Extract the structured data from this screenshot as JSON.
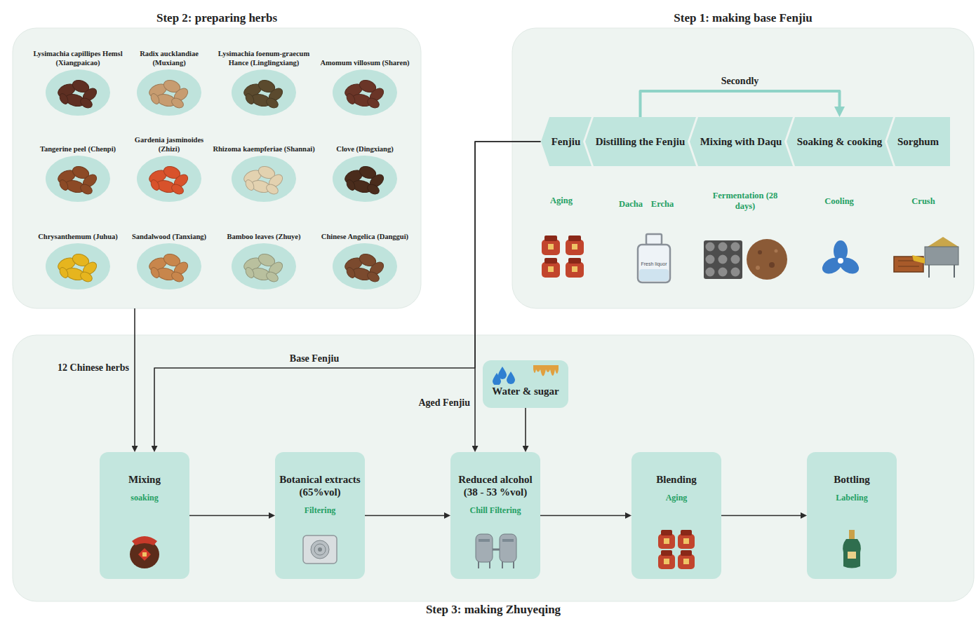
{
  "diagram": {
    "nodes": [
      {
        "text": [
          "Step 2: preparing herbs"
        ]
      },
      {
        "text": [
          "Lysimachia capillipes Hemsl (Xiangpaicao)"
        ],
        "in": 0
      },
      {
        "text": [
          "Radix aucklandiae (Muxiang)"
        ],
        "in": 0
      },
      {
        "text": [
          "Lysimachia foenum-graecum Hance (Linglingxiang)"
        ],
        "in": 0
      },
      {
        "text": [
          "Amomum villosum (Sharen)"
        ],
        "in": 0
      },
      {
        "text": [
          "Tangerine peel (Chenpi)"
        ],
        "in": 0
      },
      {
        "text": [
          "Gardenia jasminoides (Zhizi)"
        ],
        "in": 0
      },
      {
        "text": [
          "Rhizoma kaempferiae (Shannai)"
        ],
        "in": 0
      },
      {
        "text": [
          "Clove (Dingxiang)"
        ],
        "in": 0
      },
      {
        "text": [
          "Chrysanthemum (Juhua)"
        ],
        "in": 0
      },
      {
        "text": [
          "Sandalwood (Tanxiang)"
        ],
        "in": 0
      },
      {
        "text": [
          "Bamboo leaves (Zhuye)"
        ],
        "in": 0
      },
      {
        "text": [
          "Chinese Angelica (Danggui)"
        ],
        "in": 0
      },
      {
        "text": [
          "Step 1: making base Fenjiu"
        ]
      },
      {
        "text": [
          "Fenjiu"
        ],
        "in": 13
      },
      {
        "text": [
          "Distilling the Fenjiu"
        ],
        "in": 13
      },
      {
        "text": [
          "Mixing with Daqu"
        ],
        "in": 13
      },
      {
        "text": [
          "Soaking & cooking"
        ],
        "in": 13
      },
      {
        "text": [
          "Sorghum"
        ],
        "in": 13
      },
      {
        "text": [
          "Step 3: making Zhuyeqing"
        ]
      },
      {
        "text": [
          "Water & sugar"
        ],
        "in": 19
      },
      {
        "text": [
          "Mixing",
          "soaking"
        ],
        "in": 19
      },
      {
        "text": [
          "Botanical extracts (65%vol)",
          "Filtering"
        ],
        "in": 19
      },
      {
        "text": [
          "Reduced alcohol (38 - 53 %vol)",
          "Chill Filtering"
        ],
        "in": 19
      },
      {
        "text": [
          "Blending",
          "Aging"
        ],
        "in": 19
      },
      {
        "text": [
          "Bottling",
          "Labeling"
        ],
        "in": 19
      }
    ],
    "edges": [
      {
        "from": 0,
        "to": 21,
        "label": "12 Chinese herbs",
        "arrow": "to"
      },
      {
        "from": 14,
        "to": 21,
        "label": "Base Fenjiu",
        "arrow": "to"
      },
      {
        "from": 14,
        "to": 23,
        "label": "Aged Fenjiu",
        "arrow": "to"
      },
      {
        "from": 20,
        "to": 23,
        "arrow": "to"
      },
      {
        "from": 21,
        "to": 22,
        "arrow": "to"
      },
      {
        "from": 22,
        "to": 23,
        "arrow": "to"
      },
      {
        "from": 23,
        "to": 24,
        "arrow": "to"
      },
      {
        "from": 24,
        "to": 25,
        "arrow": "to"
      },
      {
        "from": 15,
        "to": 17,
        "label": "Secondly",
        "arrow": "to"
      }
    ],
    "labels": [
      "Aging",
      "Dacha",
      "Ercha",
      "Fermentation (28 days)",
      "Cooling",
      "Crush",
      "Fresh liquor"
    ]
  }
}
